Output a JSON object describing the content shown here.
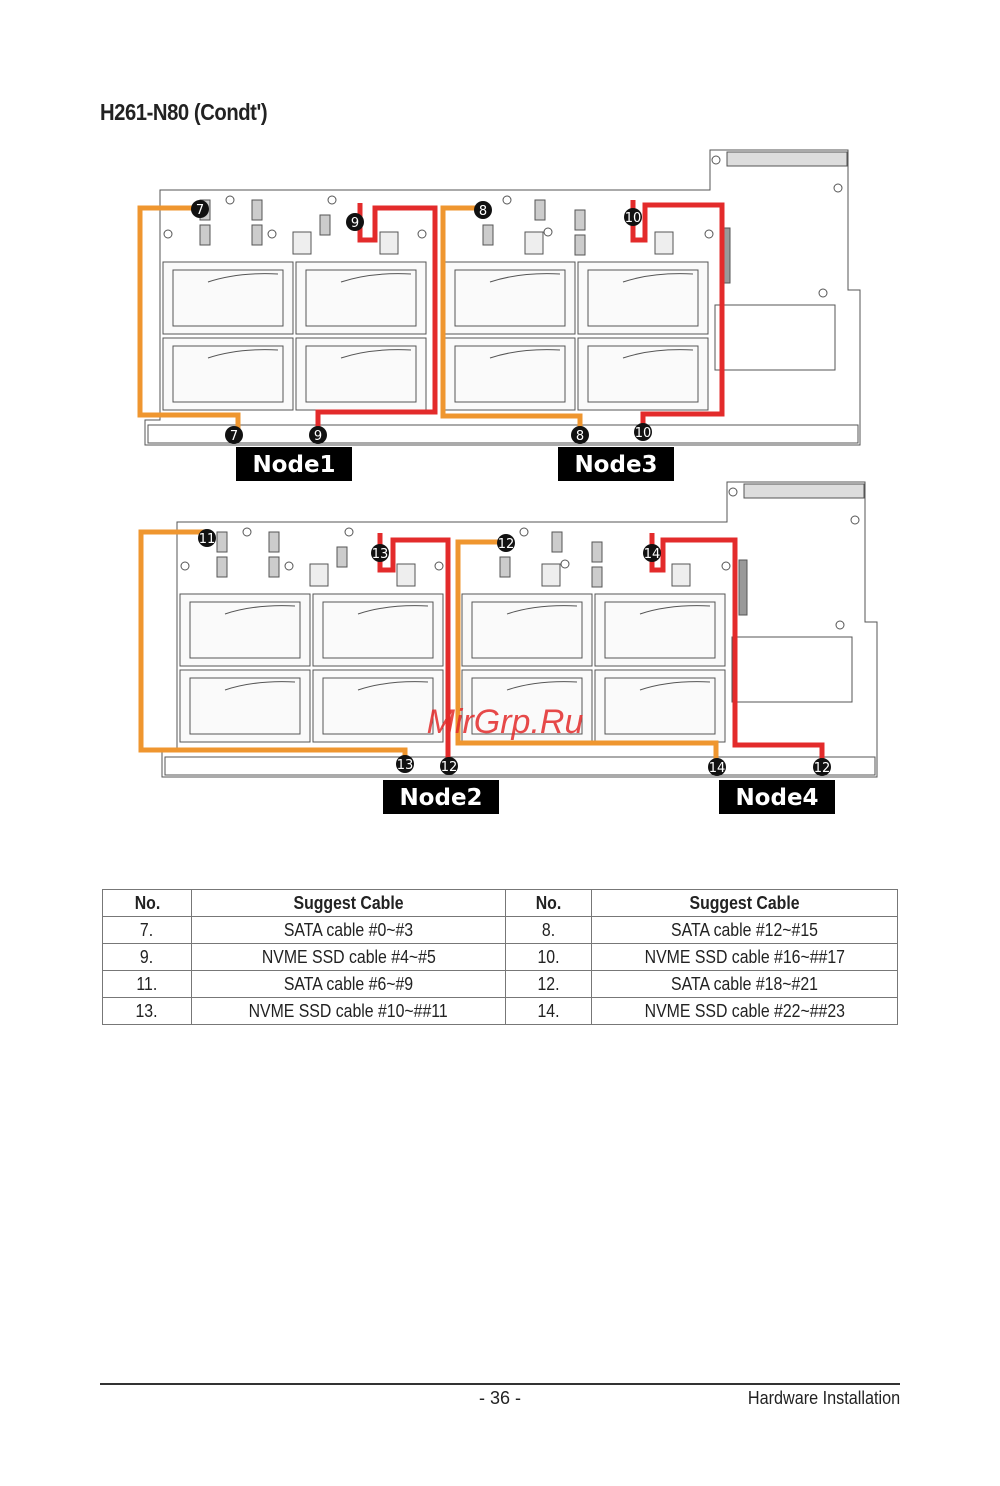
{
  "title": "H261-N80 (Condt')",
  "colors": {
    "sata_cable": "#ef962f",
    "nvme_cable": "#e32b2b",
    "badge": "#111111"
  },
  "diagram": {
    "nodes": [
      "Node1",
      "Node3",
      "Node2",
      "Node4"
    ],
    "badges_top": [
      "7",
      "7",
      "9",
      "9",
      "8",
      "8",
      "10",
      "10"
    ],
    "badges_bottom": [
      "11",
      "13",
      "13",
      "12",
      "12",
      "14",
      "14",
      "12"
    ],
    "watermark": "MirGrp.Ru"
  },
  "table": {
    "headers": [
      "No.",
      "Suggest Cable",
      "No.",
      "Suggest Cable"
    ],
    "rows": [
      [
        "7.",
        "SATA cable #0~#3",
        "8.",
        "SATA cable #12~#15"
      ],
      [
        "9.",
        "NVME SSD cable #4~#5",
        "10.",
        "NVME SSD cable #16~##17"
      ],
      [
        "11.",
        "SATA cable #6~#9",
        "12.",
        "SATA cable #18~#21"
      ],
      [
        "13.",
        "NVME SSD cable #10~##11",
        "14.",
        "NVME SSD cable #22~##23"
      ]
    ]
  },
  "footer": {
    "page": "- 36 -",
    "section": "Hardware Installation"
  }
}
